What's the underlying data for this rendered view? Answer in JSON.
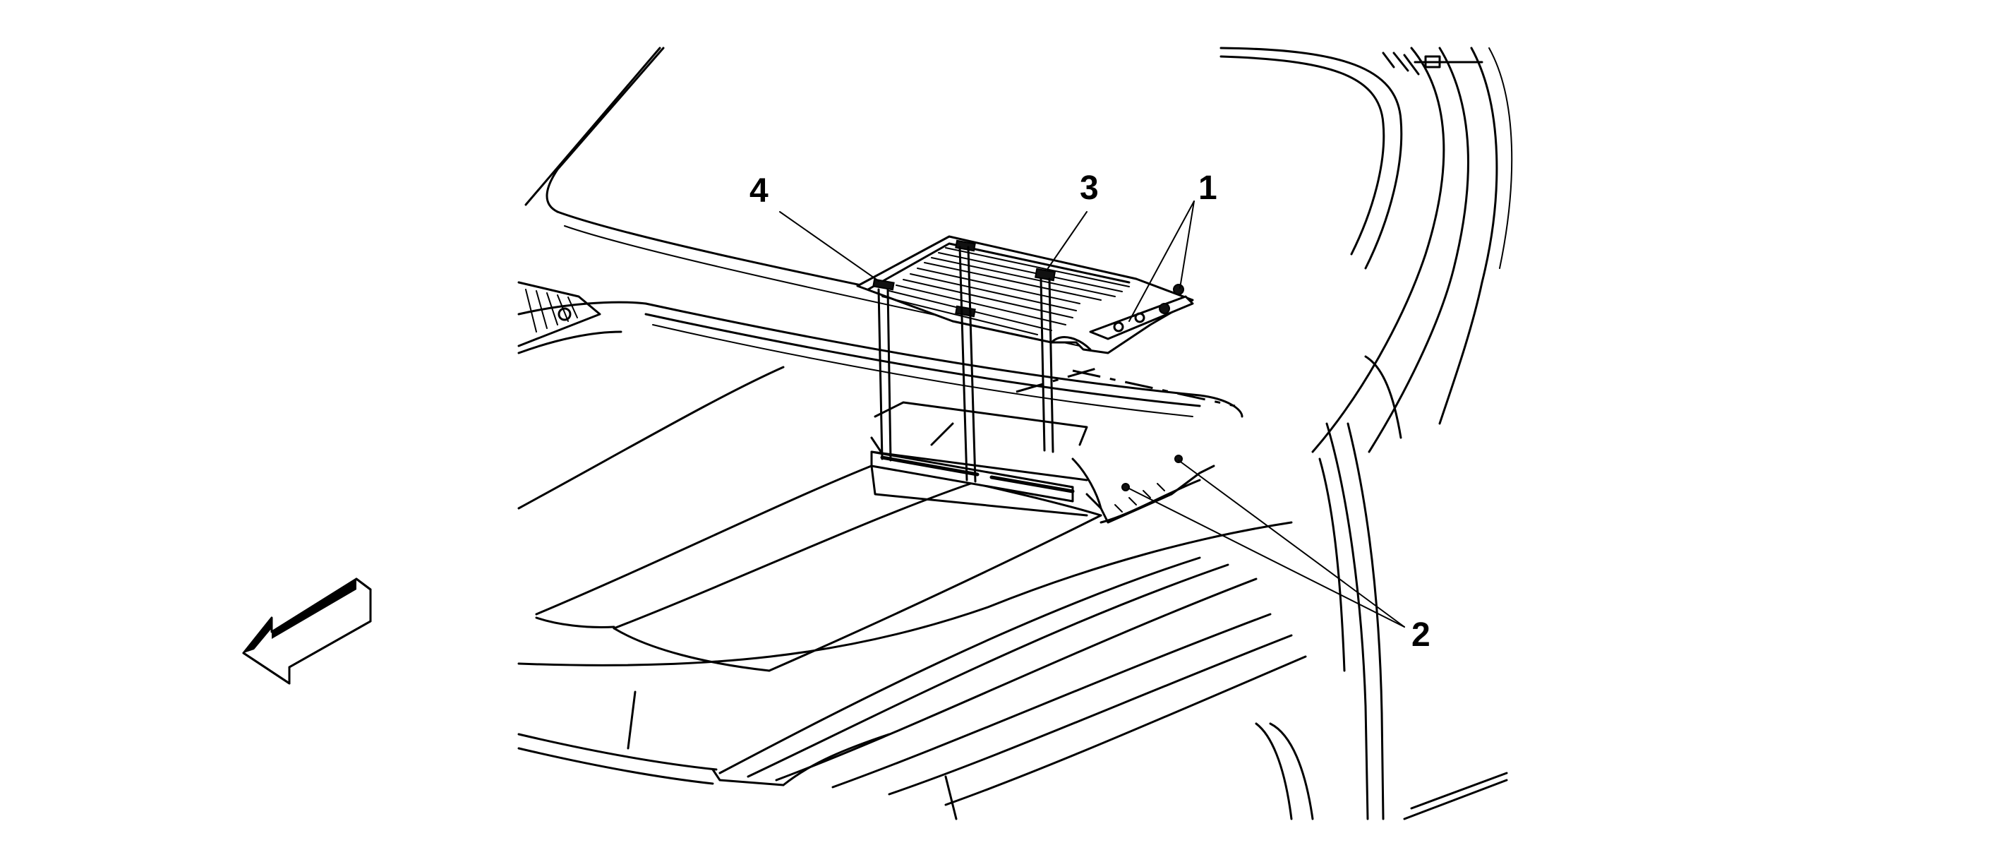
{
  "callouts": {
    "c1": "1",
    "c2": "2",
    "c3": "3",
    "c4": "4"
  },
  "colors": {
    "line": "#000000",
    "background": "#ffffff"
  },
  "icons": {
    "direction_arrow": "front-direction-arrow-icon"
  }
}
